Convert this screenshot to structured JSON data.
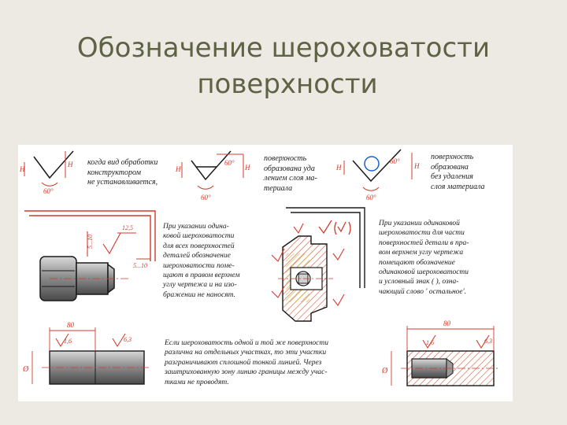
{
  "slide": {
    "title_line1": "Обозначение шероховатости",
    "title_line2": "поверхности"
  },
  "diagram": {
    "notes": {
      "n1": "когда вид обработки\nконструктором\nне устанавливается,",
      "n2": "поверхность\nобразована уда\nлением слоя ма-\nтериала",
      "n3": "поверхность\nобразована\nбез удаления\nслоя материала",
      "n4": "При указании одина-\nковой шероховатости\nдля всех поверхностей\nдеталей обозначение\nшероховатости поме-\nщают в правом верхнем\nуглу чертежа и на изо-\nбражении не наносят.",
      "n5": "При указании одинаковой\nшероховатости для части\nповерхностей детали в пра-\nвом верхнем углу чертежа\nпомещают обозначение\nодинаковой шероховатости\nи условный знак (  ), озна-\nчающий слово ' остальное'.",
      "n6": "Если шероховатость одной и той же поверхности\nразлична на отдельных участках, то эти участки\nразграничивают сплошной тонкой линией. Через\nзаштрихованную зону линию границы между учас-\nтками не проводят."
    },
    "labels": {
      "h": "H",
      "sixty": "60°",
      "dim_5_10": "5...10",
      "dim_5_10b": "5...10",
      "ra_125": "12,5",
      "dim_80_left": "80",
      "ra_16_left": "1,6",
      "ra_63_left": "6,3",
      "dim_80_right": "80",
      "ra_16_right": "1,6",
      "ra_63_right": "6,3",
      "phi": "Ø"
    }
  }
}
